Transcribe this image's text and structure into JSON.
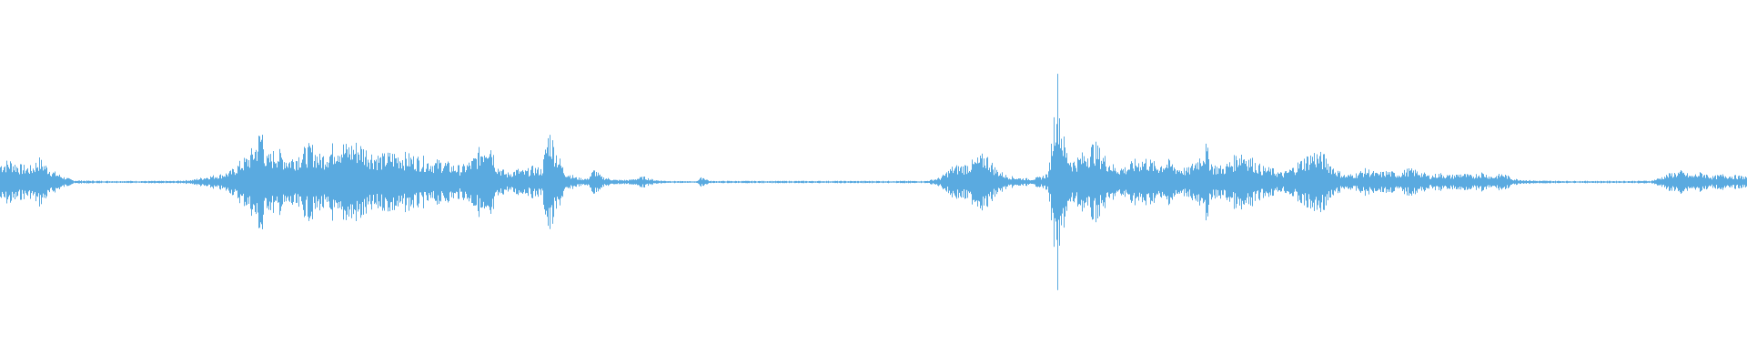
{
  "waveform": {
    "color": "#5aaae0",
    "background": "#ffffff",
    "envelope": [
      [
        0.0,
        0.18
      ],
      [
        0.006,
        0.2
      ],
      [
        0.012,
        0.15
      ],
      [
        0.018,
        0.14
      ],
      [
        0.022,
        0.22
      ],
      [
        0.026,
        0.16
      ],
      [
        0.03,
        0.1
      ],
      [
        0.036,
        0.05
      ],
      [
        0.042,
        0.015
      ],
      [
        0.06,
        0.01
      ],
      [
        0.08,
        0.01
      ],
      [
        0.1,
        0.01
      ],
      [
        0.11,
        0.02
      ],
      [
        0.118,
        0.05
      ],
      [
        0.126,
        0.07
      ],
      [
        0.132,
        0.1
      ],
      [
        0.137,
        0.18
      ],
      [
        0.142,
        0.24
      ],
      [
        0.146,
        0.35
      ],
      [
        0.15,
        0.52
      ],
      [
        0.152,
        0.22
      ],
      [
        0.158,
        0.3
      ],
      [
        0.165,
        0.22
      ],
      [
        0.172,
        0.28
      ],
      [
        0.178,
        0.34
      ],
      [
        0.183,
        0.24
      ],
      [
        0.188,
        0.3
      ],
      [
        0.193,
        0.38
      ],
      [
        0.198,
        0.34
      ],
      [
        0.205,
        0.36
      ],
      [
        0.212,
        0.28
      ],
      [
        0.218,
        0.24
      ],
      [
        0.224,
        0.27
      ],
      [
        0.23,
        0.26
      ],
      [
        0.236,
        0.24
      ],
      [
        0.242,
        0.22
      ],
      [
        0.248,
        0.19
      ],
      [
        0.253,
        0.2
      ],
      [
        0.258,
        0.16
      ],
      [
        0.264,
        0.14
      ],
      [
        0.27,
        0.2
      ],
      [
        0.276,
        0.34
      ],
      [
        0.28,
        0.44
      ],
      [
        0.284,
        0.16
      ],
      [
        0.29,
        0.08
      ],
      [
        0.296,
        0.12
      ],
      [
        0.3,
        0.1
      ],
      [
        0.305,
        0.14
      ],
      [
        0.31,
        0.12
      ],
      [
        0.314,
        0.5
      ],
      [
        0.318,
        0.3
      ],
      [
        0.323,
        0.1
      ],
      [
        0.33,
        0.04
      ],
      [
        0.336,
        0.03
      ],
      [
        0.34,
        0.12
      ],
      [
        0.344,
        0.05
      ],
      [
        0.352,
        0.02
      ],
      [
        0.36,
        0.02
      ],
      [
        0.368,
        0.05
      ],
      [
        0.374,
        0.02
      ],
      [
        0.38,
        0.012
      ],
      [
        0.39,
        0.008
      ],
      [
        0.398,
        0.006
      ],
      [
        0.402,
        0.05
      ],
      [
        0.406,
        0.01
      ],
      [
        0.42,
        0.01
      ],
      [
        0.46,
        0.01
      ],
      [
        0.5,
        0.01
      ],
      [
        0.53,
        0.01
      ],
      [
        0.538,
        0.04
      ],
      [
        0.545,
        0.14
      ],
      [
        0.552,
        0.16
      ],
      [
        0.558,
        0.2
      ],
      [
        0.564,
        0.26
      ],
      [
        0.57,
        0.12
      ],
      [
        0.576,
        0.06
      ],
      [
        0.582,
        0.04
      ],
      [
        0.59,
        0.03
      ],
      [
        0.596,
        0.05
      ],
      [
        0.6,
        0.09
      ],
      [
        0.603,
        0.6
      ],
      [
        0.605,
        1.0
      ],
      [
        0.607,
        0.55
      ],
      [
        0.61,
        0.3
      ],
      [
        0.614,
        0.2
      ],
      [
        0.62,
        0.26
      ],
      [
        0.626,
        0.36
      ],
      [
        0.632,
        0.24
      ],
      [
        0.638,
        0.14
      ],
      [
        0.644,
        0.14
      ],
      [
        0.65,
        0.2
      ],
      [
        0.656,
        0.22
      ],
      [
        0.662,
        0.16
      ],
      [
        0.668,
        0.2
      ],
      [
        0.674,
        0.14
      ],
      [
        0.68,
        0.12
      ],
      [
        0.686,
        0.24
      ],
      [
        0.69,
        0.34
      ],
      [
        0.694,
        0.16
      ],
      [
        0.7,
        0.14
      ],
      [
        0.706,
        0.22
      ],
      [
        0.71,
        0.3
      ],
      [
        0.716,
        0.22
      ],
      [
        0.722,
        0.14
      ],
      [
        0.728,
        0.12
      ],
      [
        0.734,
        0.08
      ],
      [
        0.74,
        0.14
      ],
      [
        0.746,
        0.22
      ],
      [
        0.752,
        0.28
      ],
      [
        0.758,
        0.24
      ],
      [
        0.764,
        0.12
      ],
      [
        0.77,
        0.06
      ],
      [
        0.776,
        0.08
      ],
      [
        0.782,
        0.12
      ],
      [
        0.788,
        0.08
      ],
      [
        0.794,
        0.1
      ],
      [
        0.8,
        0.08
      ],
      [
        0.806,
        0.12
      ],
      [
        0.812,
        0.1
      ],
      [
        0.818,
        0.06
      ],
      [
        0.824,
        0.08
      ],
      [
        0.83,
        0.06
      ],
      [
        0.836,
        0.08
      ],
      [
        0.842,
        0.06
      ],
      [
        0.848,
        0.09
      ],
      [
        0.854,
        0.05
      ],
      [
        0.86,
        0.08
      ],
      [
        0.866,
        0.03
      ],
      [
        0.872,
        0.02
      ],
      [
        0.88,
        0.012
      ],
      [
        0.9,
        0.01
      ],
      [
        0.93,
        0.01
      ],
      [
        0.945,
        0.012
      ],
      [
        0.95,
        0.04
      ],
      [
        0.956,
        0.08
      ],
      [
        0.962,
        0.1
      ],
      [
        0.968,
        0.06
      ],
      [
        0.974,
        0.09
      ],
      [
        0.98,
        0.05
      ],
      [
        0.986,
        0.07
      ],
      [
        0.992,
        0.06
      ],
      [
        1.0,
        0.05
      ]
    ]
  }
}
